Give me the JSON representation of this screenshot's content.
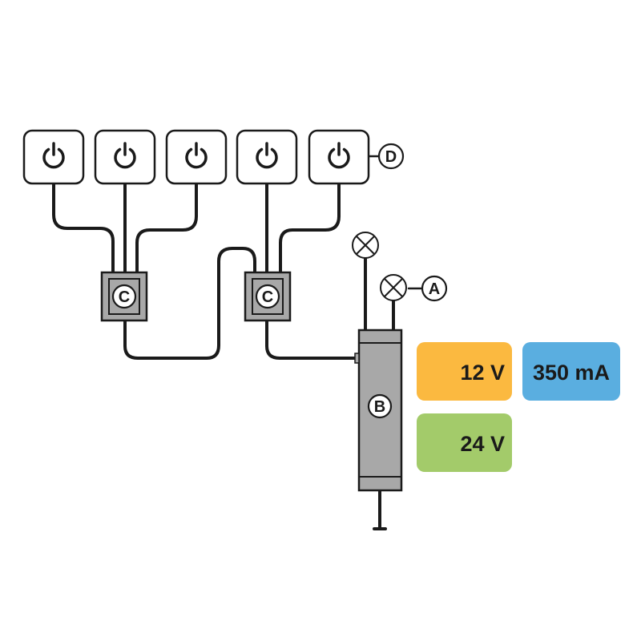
{
  "labels": {
    "A": "A",
    "B": "B",
    "C_left": "C",
    "C_right": "C",
    "D": "D"
  },
  "switches": [
    {
      "icon": "power-icon"
    },
    {
      "icon": "power-icon"
    },
    {
      "icon": "power-icon"
    },
    {
      "icon": "power-icon"
    },
    {
      "icon": "power-icon"
    }
  ],
  "lamps": [
    {
      "icon": "lamp-icon"
    },
    {
      "icon": "lamp-icon"
    }
  ],
  "specs": {
    "voltage_12": "12 V",
    "current_350": "350 mA",
    "voltage_24": "24 V"
  },
  "colors": {
    "orange": "#fbb940",
    "blue": "#5aaee0",
    "green": "#a3cb6a",
    "gray": "#a8a8a8",
    "line": "#1a1a1a"
  }
}
